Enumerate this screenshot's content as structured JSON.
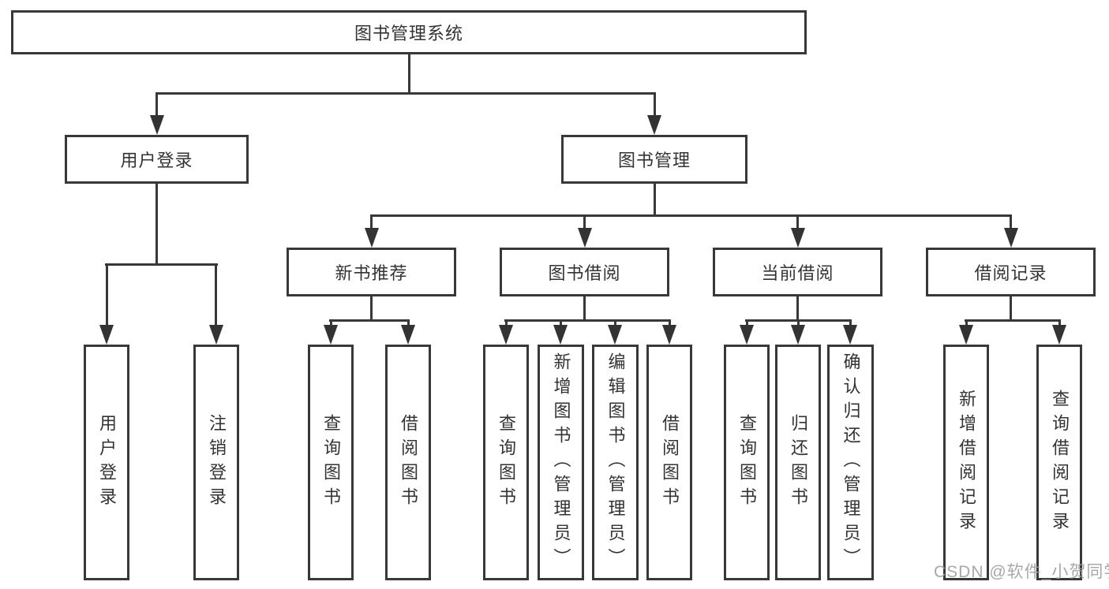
{
  "tree": {
    "root": {
      "label": "图书管理系统"
    },
    "children": [
      {
        "label": "用户登录",
        "children": [
          {
            "label": "用户登录"
          },
          {
            "label": "注销登录"
          }
        ]
      },
      {
        "label": "图书管理",
        "children": [
          {
            "label": "新书推荐",
            "children": [
              {
                "label": "查询图书"
              },
              {
                "label": "借阅图书"
              }
            ]
          },
          {
            "label": "图书借阅",
            "children": [
              {
                "label": "查询图书"
              },
              {
                "label": "新增图书（管理员）"
              },
              {
                "label": "编辑图书（管理员）"
              },
              {
                "label": "借阅图书"
              }
            ]
          },
          {
            "label": "当前借阅",
            "children": [
              {
                "label": "查询图书"
              },
              {
                "label": "归还图书"
              },
              {
                "label": "确认归还（管理员）"
              }
            ]
          },
          {
            "label": "借阅记录",
            "children": [
              {
                "label": "新增借阅记录"
              },
              {
                "label": "查询借阅记录"
              }
            ]
          }
        ]
      }
    ]
  },
  "watermark": {
    "text": "CSDN @软件_小贺同学"
  },
  "colors": {
    "line": "#383838",
    "text": "#333333",
    "arrow": "#333333",
    "watermark": "#9e9e9e",
    "background": "#ffffff"
  }
}
